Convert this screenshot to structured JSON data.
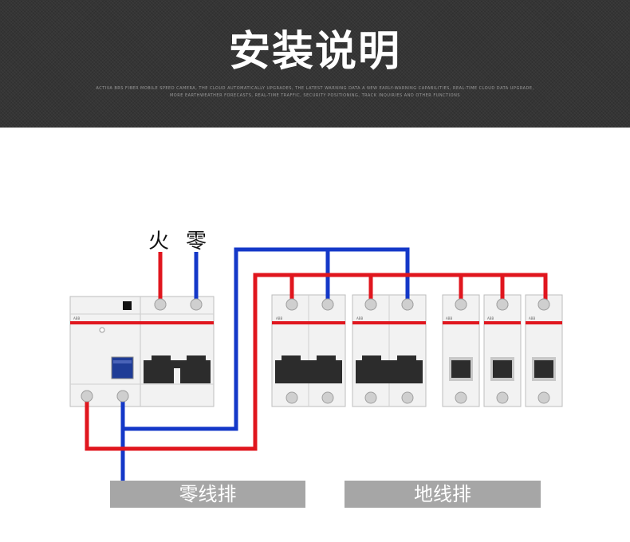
{
  "header": {
    "title": "安装说明",
    "subtitle_lines": [
      "ACTIVA BRS FIBER MOBILE SPEED CAMERA, THE CLOUD AUTOMATICALLY UPGRADES, THE LATEST WARNING DATA A NEW EARLY-WARNING CAPABILITIES, REAL-TIME CLOUD DATA UPGRADE,",
      "MORE EARTHWEATHER FORECASTS, REAL-TIME TRAFFIC, SECURITY POSITIONING, TRACK INQUIRIES AND OTHER FUNCTIONS"
    ]
  },
  "diagram": {
    "live_label": "火",
    "neutral_label": "零",
    "neutral_bus_label": "零线排",
    "ground_bus_label": "地线排",
    "breaker_brand": "ABB",
    "colors": {
      "live": "#e0161e",
      "neutral": "#1438c8",
      "bus_bar": "#a6a6a6",
      "banner": "#353535"
    }
  }
}
